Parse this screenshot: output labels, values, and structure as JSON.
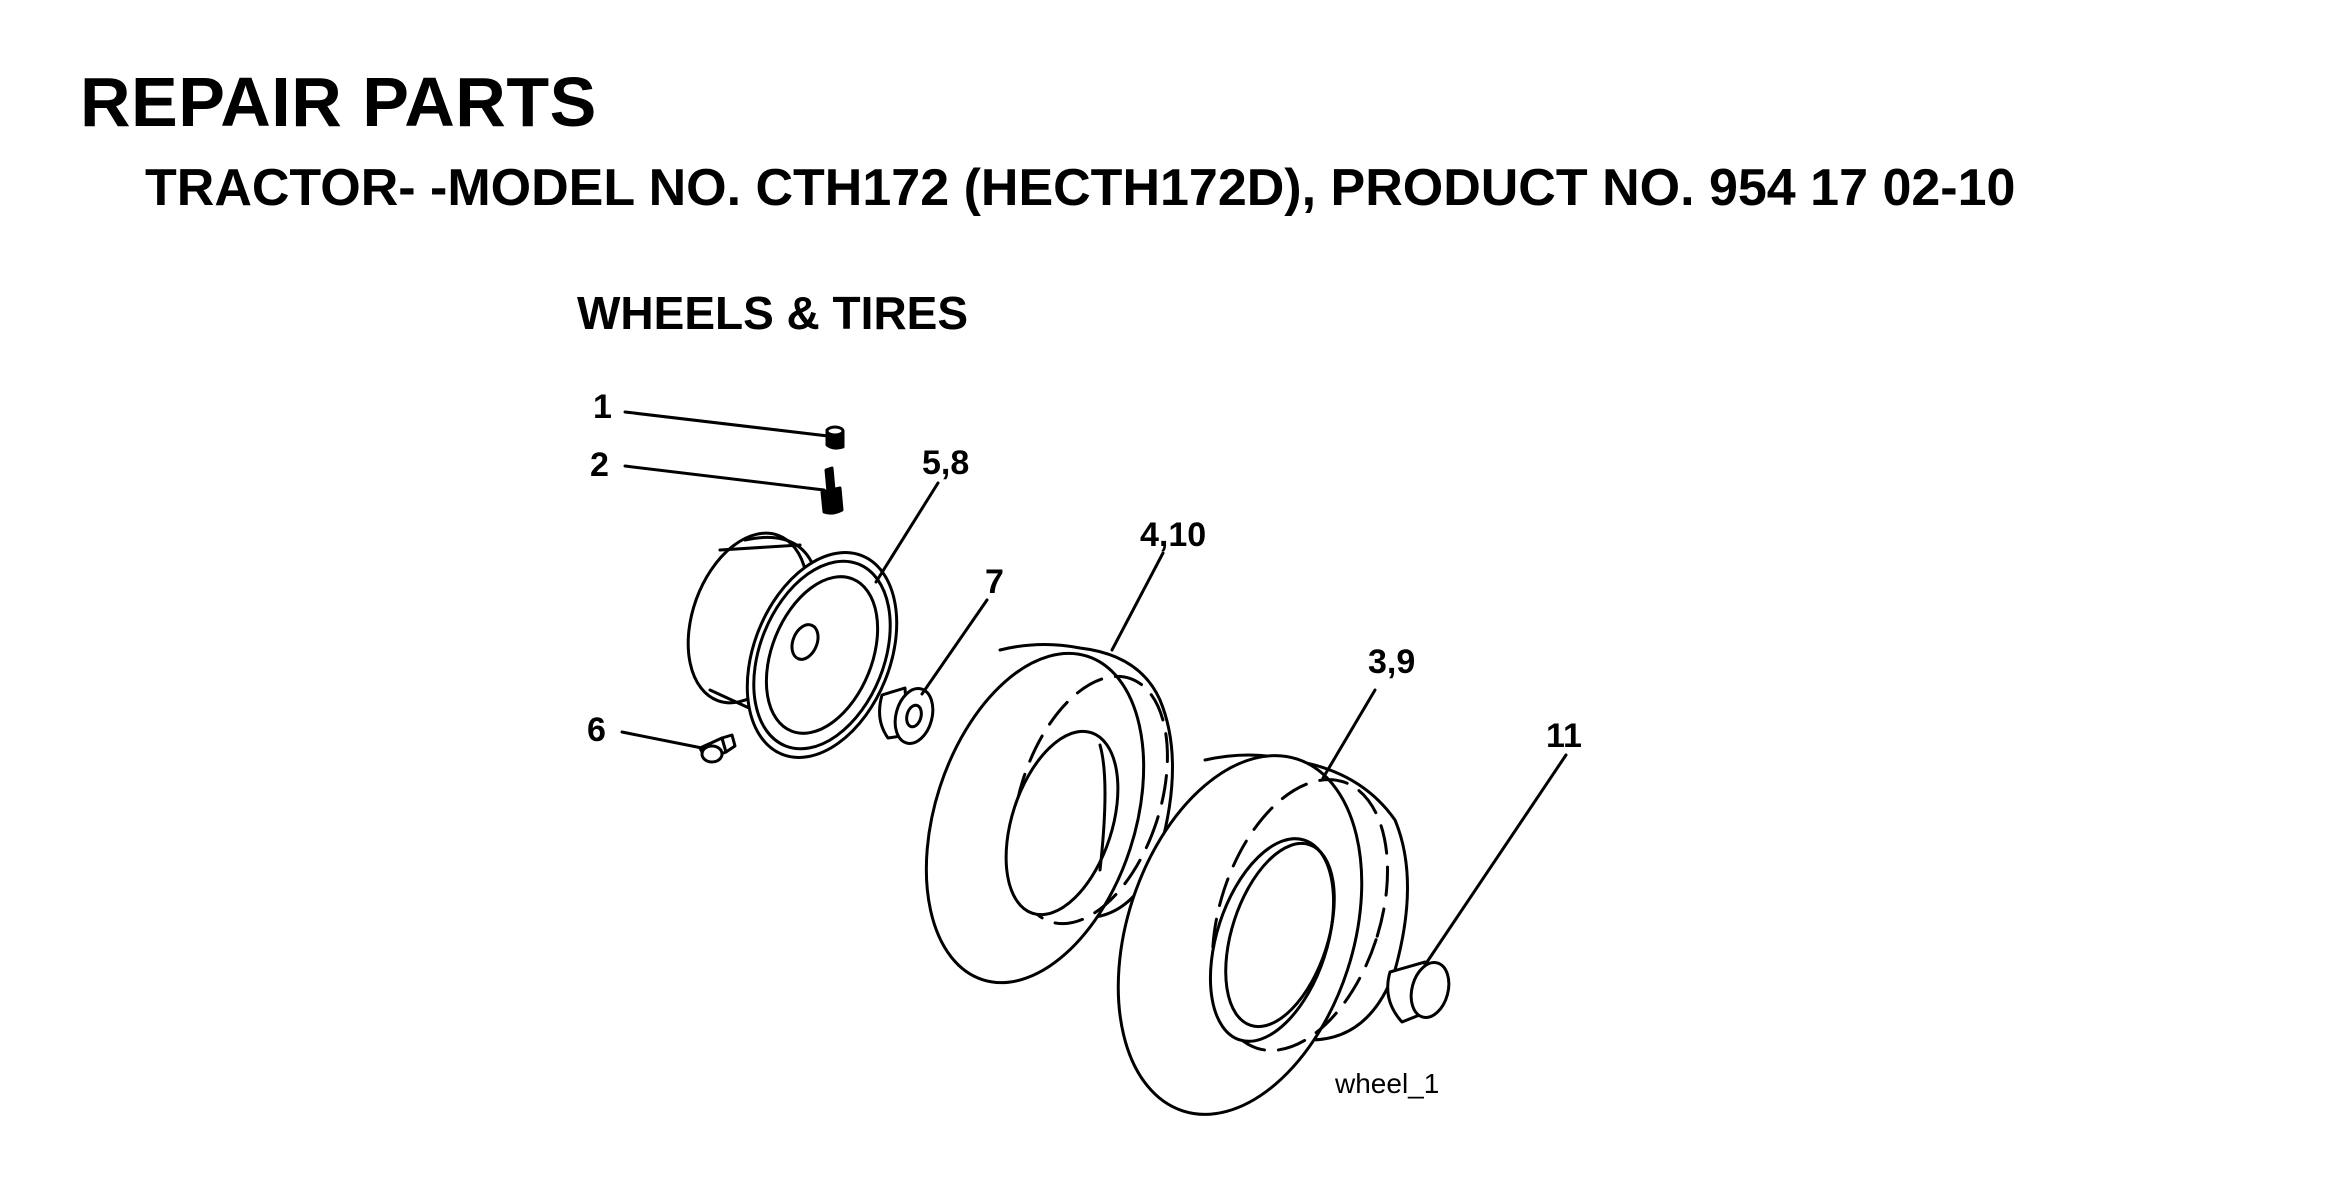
{
  "header": {
    "title": "REPAIR PARTS",
    "subtitle": "TRACTOR- -MODEL NO. CTH172 (HECTH172D), PRODUCT NO. 954 17 02-10",
    "section": "WHEELS & TIRES"
  },
  "callouts": {
    "c1": "1",
    "c2": "2",
    "c58": "5,8",
    "c7": "7",
    "c410": "4,10",
    "c39": "3,9",
    "c6": "6",
    "c11": "11"
  },
  "caption": "wheel_1"
}
